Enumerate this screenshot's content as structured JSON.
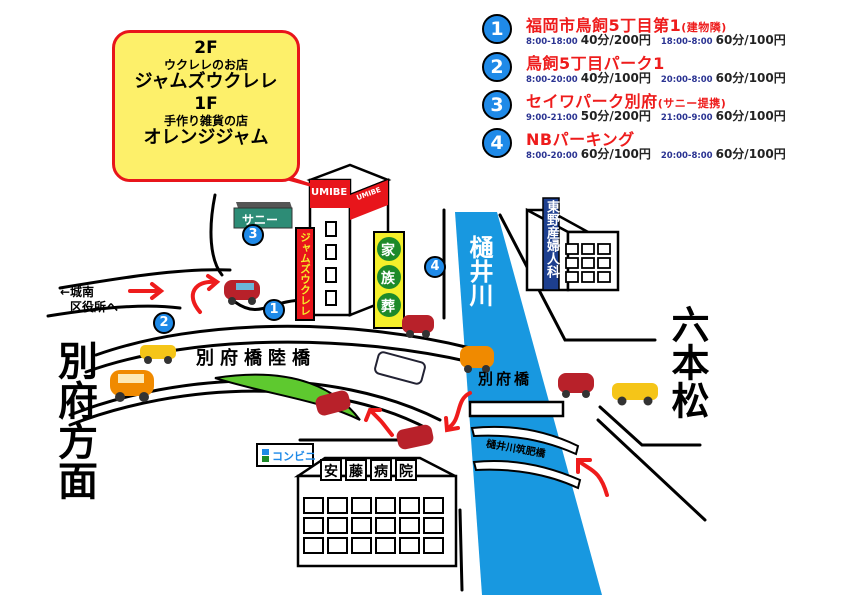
{
  "legend": {
    "items": [
      {
        "number": "1",
        "name": "福岡市鳥飼5丁目第1",
        "note": "(建物隣)",
        "rates": [
          {
            "time": "8:00-18:00",
            "price": "40分/200円"
          },
          {
            "time": "18:00-8:00",
            "price": "60分/100円"
          }
        ]
      },
      {
        "number": "2",
        "name": "鳥飼5丁目パーク1",
        "note": "",
        "rates": [
          {
            "time": "8:00-20:00",
            "price": "40分/100円"
          },
          {
            "time": "20:00-8:00",
            "price": "60分/100円"
          }
        ]
      },
      {
        "number": "3",
        "name": "セイワパーク別府",
        "note": "(サニー提携)",
        "rates": [
          {
            "time": "9:00-21:00",
            "price": "50分/200円"
          },
          {
            "time": "21:00-9:00",
            "price": "60分/100円"
          }
        ]
      },
      {
        "number": "4",
        "name": "NBパーキング",
        "note": "",
        "rates": [
          {
            "time": "8:00-20:00",
            "price": "60分/100円"
          },
          {
            "time": "20:00-8:00",
            "price": "60分/100円"
          }
        ]
      }
    ]
  },
  "bubble": {
    "floor2": "2F",
    "floor2_desc": "ウクレレのお店",
    "floor2_name": "ジャムズウクレレ",
    "floor1": "1F",
    "floor1_desc": "手作り雑貨の店",
    "floor1_name": "オレンジジャム"
  },
  "buildings": {
    "umibe_front": "UMIBE",
    "umibe_side": "UMIBE",
    "jams_sign": "ジャムズウクレレ",
    "sunny": "サニー",
    "funeral_sign": [
      "家",
      "族",
      "葬"
    ],
    "higashino": "東野産婦人科",
    "konbini": "コンビニ",
    "ando": [
      "安",
      "藤",
      "病",
      "院"
    ]
  },
  "labels": {
    "to_jonan": "←城南",
    "to_jonan_2": "区役所へ",
    "overpass": "別府橋陸橋",
    "beppu_bridge": "別府橋",
    "chikuhi_bridge": "樋井川筑肥橋",
    "river": "樋井川",
    "beppu_direction": "別府方面",
    "ropponmatsu": "六本松"
  },
  "markers": {
    "m1": "1",
    "m2": "2",
    "m3": "3",
    "m4": "4"
  },
  "colors": {
    "river": "#1898e0",
    "red": "#ee1c1c",
    "bubble_bg": "#fdf06a",
    "marker": "#1f8ae8",
    "sunny": "#2d8c76",
    "funeral": "#1e8a2a",
    "higashino": "#1d3f8f",
    "green_strip": "#5ec92f"
  }
}
